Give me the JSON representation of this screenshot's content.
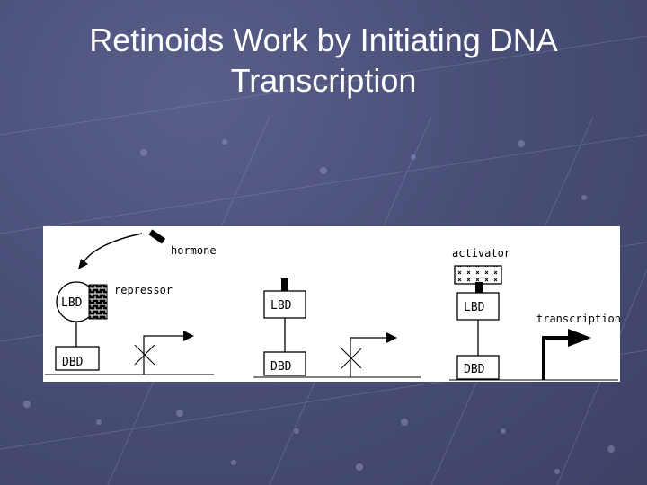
{
  "slide": {
    "title_line1": "Retinoids Work by Initiating DNA",
    "title_line2": "Transcription"
  },
  "diagram": {
    "hormone": "hormone",
    "repressor": "repressor",
    "activator": "activator",
    "transcription": "transcription",
    "lbd": "LBD",
    "dbd": "DBD"
  },
  "colors": {
    "background": "#4a4f78",
    "title_text": "#ffffff",
    "figure_background": "#ffffff",
    "ink": "#000000"
  }
}
